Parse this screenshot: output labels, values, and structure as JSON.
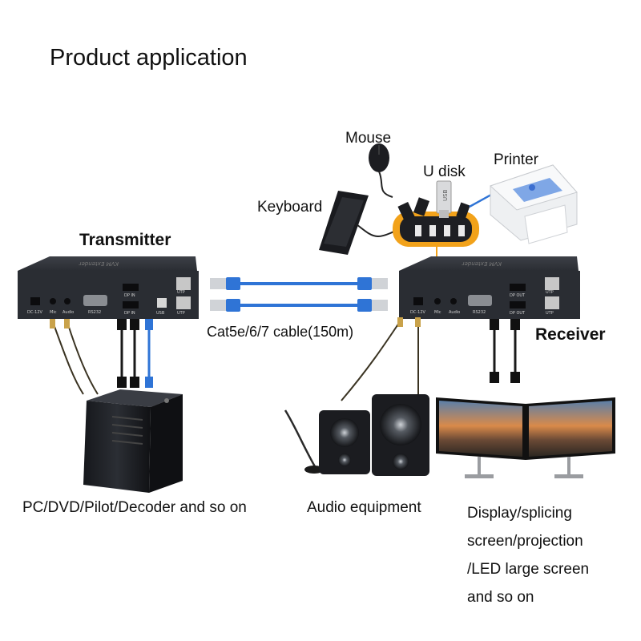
{
  "title": "Product application",
  "labels": {
    "mouse": "Mouse",
    "printer": "Printer",
    "udisk": "U disk",
    "keyboard": "Keyboard",
    "transmitter": "Transmitter",
    "receiver": "Receiver",
    "cable": "Cat5e/6/7 cable(150m)",
    "source": "PC/DVD/Pilot/Decoder and so on",
    "audio": "Audio equipment",
    "display_lines": [
      "Display/splicing",
      "screen/projection",
      "/LED large screen",
      "and so on"
    ]
  },
  "device_marks": {
    "case_title": "KVM Extender",
    "usb_stick": "USB",
    "transmitter_ports": [
      "DC-12V",
      "Mic",
      "Audio",
      "RS232",
      "DP IN",
      "DP IN",
      "USB",
      "UTP",
      "UTP"
    ],
    "receiver_ports": [
      "DC-12V",
      "Mic",
      "Audio",
      "RS232",
      "DP OUT",
      "DP OUT",
      "UTP",
      "UTP"
    ]
  },
  "colors": {
    "cable_blue": "#2f74d6",
    "device_body": "#2a2d33",
    "hub_orange": "#f2a21a"
  }
}
